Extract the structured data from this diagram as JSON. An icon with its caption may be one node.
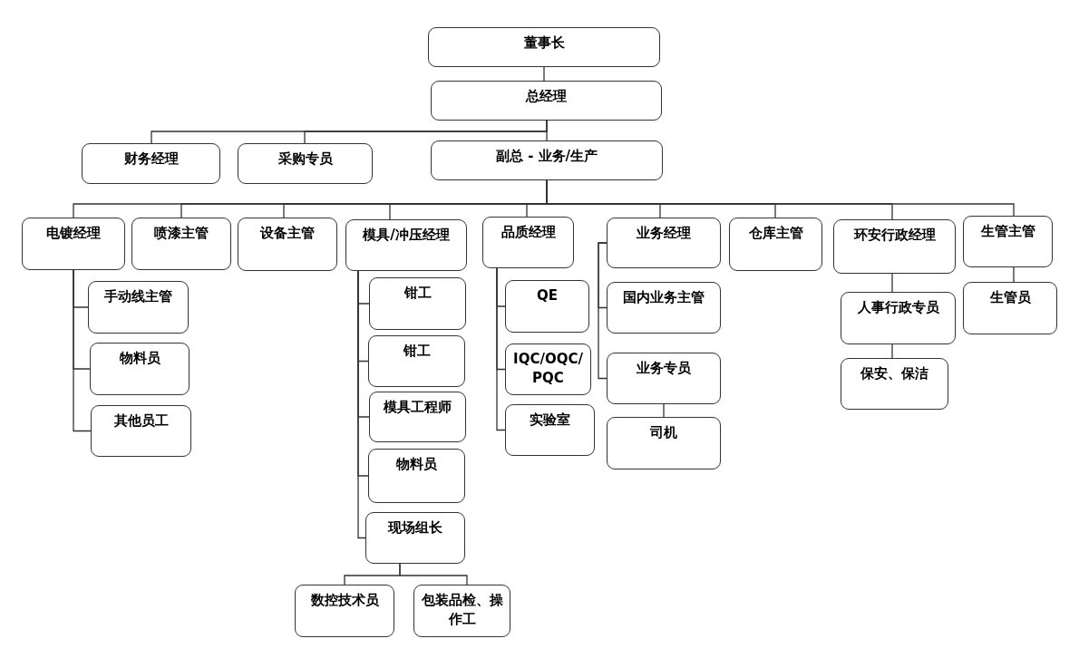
{
  "diagram": {
    "nodes": [
      {
        "text": [
          "董事长"
        ]
      },
      {
        "text": [
          "总经理"
        ]
      },
      {
        "text": [
          "财务经理"
        ]
      },
      {
        "text": [
          "采购专员"
        ]
      },
      {
        "text": [
          "副总 - 业务/生产"
        ]
      },
      {
        "text": [
          "电镀经理"
        ]
      },
      {
        "text": [
          "喷漆主管"
        ]
      },
      {
        "text": [
          "设备主管"
        ]
      },
      {
        "text": [
          "模具/冲压经理"
        ]
      },
      {
        "text": [
          "品质经理"
        ]
      },
      {
        "text": [
          "业务经理"
        ]
      },
      {
        "text": [
          "仓库主管"
        ]
      },
      {
        "text": [
          "环安行政经理"
        ]
      },
      {
        "text": [
          "生管主管"
        ]
      },
      {
        "text": [
          "手动线主管"
        ]
      },
      {
        "text": [
          "物料员"
        ]
      },
      {
        "text": [
          "其他员工"
        ]
      },
      {
        "text": [
          "钳工"
        ]
      },
      {
        "text": [
          "钳工"
        ]
      },
      {
        "text": [
          "模具工程师"
        ]
      },
      {
        "text": [
          "物料员"
        ]
      },
      {
        "text": [
          "现场组长"
        ]
      },
      {
        "text": [
          "数控技术员"
        ]
      },
      {
        "text": [
          "包装品检、操作工"
        ]
      },
      {
        "text": [
          "QE"
        ]
      },
      {
        "text": [
          "IQC/OQC/PQC"
        ]
      },
      {
        "text": [
          "实验室"
        ]
      },
      {
        "text": [
          "国内业务主管"
        ]
      },
      {
        "text": [
          "业务专员"
        ]
      },
      {
        "text": [
          "司机"
        ]
      },
      {
        "text": [
          "人事行政专员"
        ]
      },
      {
        "text": [
          "保安、保洁"
        ]
      },
      {
        "text": [
          "生管员"
        ]
      }
    ],
    "edges": [
      {
        "from": 0,
        "to": 1,
        "arrow": "none"
      },
      {
        "from": 1,
        "to": 2,
        "arrow": "none"
      },
      {
        "from": 1,
        "to": 3,
        "arrow": "none"
      },
      {
        "from": 1,
        "to": 4,
        "arrow": "none"
      },
      {
        "from": 4,
        "to": 5,
        "arrow": "none"
      },
      {
        "from": 4,
        "to": 6,
        "arrow": "none"
      },
      {
        "from": 4,
        "to": 7,
        "arrow": "none"
      },
      {
        "from": 4,
        "to": 8,
        "arrow": "none"
      },
      {
        "from": 4,
        "to": 9,
        "arrow": "none"
      },
      {
        "from": 4,
        "to": 10,
        "arrow": "none"
      },
      {
        "from": 4,
        "to": 11,
        "arrow": "none"
      },
      {
        "from": 4,
        "to": 12,
        "arrow": "none"
      },
      {
        "from": 4,
        "to": 13,
        "arrow": "none"
      },
      {
        "from": 5,
        "to": 14,
        "arrow": "none"
      },
      {
        "from": 5,
        "to": 15,
        "arrow": "none"
      },
      {
        "from": 5,
        "to": 16,
        "arrow": "none"
      },
      {
        "from": 8,
        "to": 17,
        "arrow": "none"
      },
      {
        "from": 8,
        "to": 18,
        "arrow": "none"
      },
      {
        "from": 8,
        "to": 19,
        "arrow": "none"
      },
      {
        "from": 8,
        "to": 20,
        "arrow": "none"
      },
      {
        "from": 8,
        "to": 21,
        "arrow": "none"
      },
      {
        "from": 21,
        "to": 22,
        "arrow": "none"
      },
      {
        "from": 21,
        "to": 23,
        "arrow": "none"
      },
      {
        "from": 9,
        "to": 24,
        "arrow": "none"
      },
      {
        "from": 9,
        "to": 25,
        "arrow": "none"
      },
      {
        "from": 9,
        "to": 26,
        "arrow": "none"
      },
      {
        "from": 10,
        "to": 27,
        "arrow": "none"
      },
      {
        "from": 10,
        "to": 28,
        "arrow": "none"
      },
      {
        "from": 28,
        "to": 29,
        "arrow": "none"
      },
      {
        "from": 12,
        "to": 30,
        "arrow": "none"
      },
      {
        "from": 30,
        "to": 31,
        "arrow": "none"
      },
      {
        "from": 13,
        "to": 32,
        "arrow": "none"
      }
    ]
  }
}
